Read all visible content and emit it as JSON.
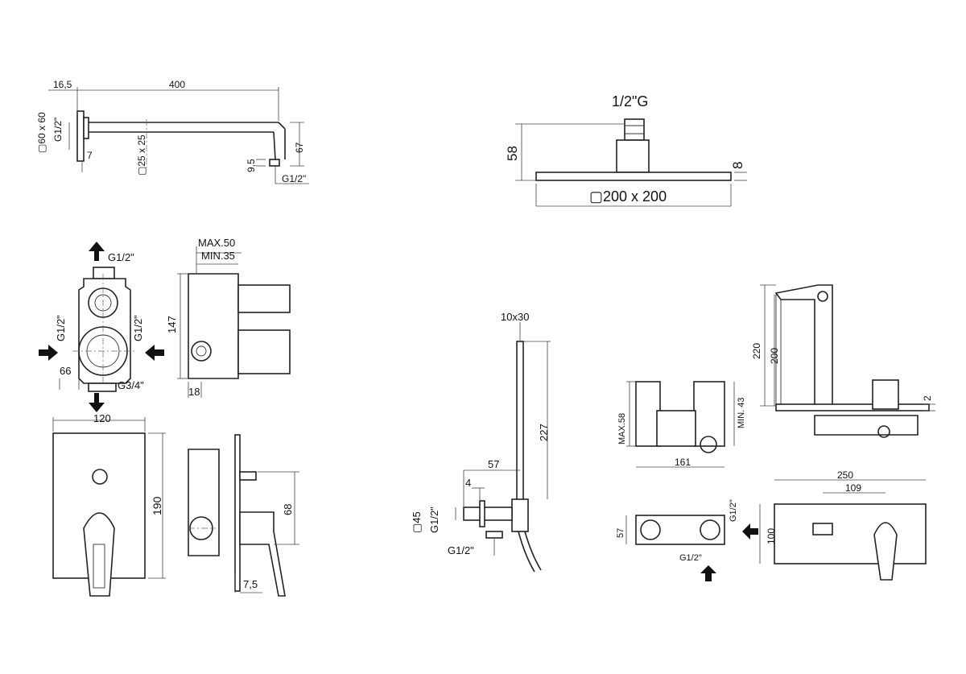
{
  "shower_arm": {
    "dim_offset": "16,5",
    "dim_length": "400",
    "dim_flange": "▢60 x 60",
    "dim_thread_wall": "G1/2\"",
    "dim_7": "7",
    "dim_tube": "▢25 x 25",
    "dim_drop": "67",
    "dim_9_5": "9,5",
    "dim_thread_end": "G1/2\""
  },
  "shower_head": {
    "dim_thread": "1/2\"G",
    "dim_height": "58",
    "dim_thickness": "8",
    "dim_size": "▢200 x 200"
  },
  "valve_body": {
    "top": "G1/2\"",
    "left": "G1/2\"",
    "right": "G1/2\"",
    "width": "66",
    "bottom": "G3/4\"",
    "depth_max": "MAX.50",
    "depth_min": "MIN.35",
    "height": "147",
    "min_18": "18"
  },
  "valve_plate": {
    "width": "120",
    "height": "190",
    "dim_68": "68",
    "dim_7_5": "7,5"
  },
  "hand_shower": {
    "top": "10x30",
    "dim_227": "227",
    "dim_57": "57",
    "dim_4": "4",
    "dim_sq": "▢45",
    "thread_side": "G1/2\"",
    "thread_bottom": "G1/2\""
  },
  "basin_mixer": {
    "dim_220": "220",
    "dim_200": "200",
    "dim_2": "2",
    "max_58": "MAX.58",
    "min_43": "MIN. 43",
    "dim_161": "161",
    "dim_250": "250",
    "dim_109": "109",
    "dim_100": "100",
    "dim_57": "57",
    "thread_side": "G1/2\"",
    "thread_bottom": "G1/2\""
  }
}
